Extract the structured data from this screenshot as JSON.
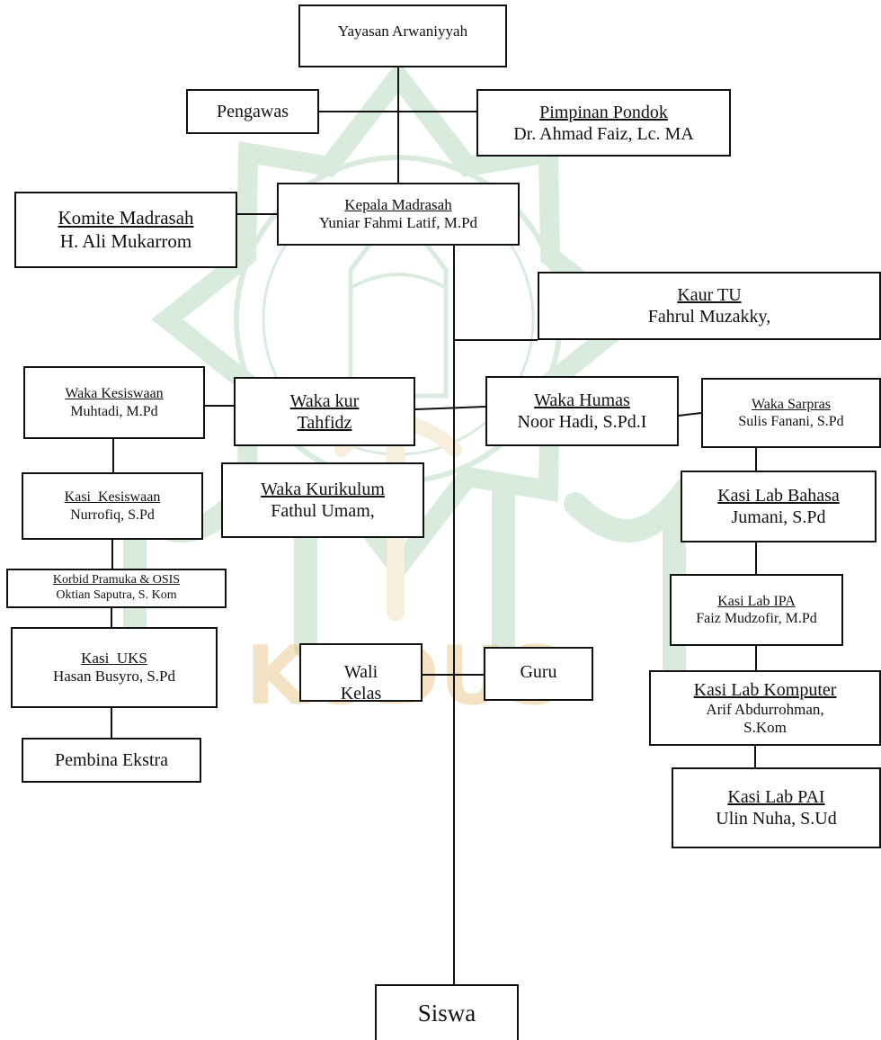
{
  "watermark": {
    "text": "KUDUS",
    "color_green": "#7fbf8f",
    "color_gold": "#e8c98a"
  },
  "line_color": "#111111",
  "boxes": {
    "yayasan": {
      "title": "Yayasan Arwaniyyah"
    },
    "pengawas": {
      "title": "Pengawas"
    },
    "pimpinan": {
      "title": "Pimpinan Pondok",
      "name": "Dr. Ahmad Faiz, Lc. MA"
    },
    "komite": {
      "title": "Komite Madrasah",
      "name": "H. Ali Mukarrom"
    },
    "kepala": {
      "title": "Kepala Madrasah",
      "name": "Yuniar Fahmi Latif, M.Pd"
    },
    "kaur_tu": {
      "title": "Kaur TU",
      "name": "Fahrul Muzakky,"
    },
    "waka_kesiswaan": {
      "title": "Waka Kesiswaan",
      "name": "Muhtadi, M.Pd"
    },
    "waka_kur_tahfidz": {
      "title_line1": "Waka kur",
      "title_line2": "Tahfidz"
    },
    "waka_humas": {
      "title": "Waka Humas",
      "name": "Noor Hadi, S.Pd.I"
    },
    "waka_sarpras": {
      "title": "Waka Sarpras",
      "name": "Sulis Fanani, S.Pd"
    },
    "waka_kurikulum": {
      "title": "Waka Kurikulum",
      "name": "Fathul Umam,"
    },
    "kasi_kesiswaan": {
      "title": "Kasi  Kesiswaan",
      "name": "Nurrofiq, S.Pd"
    },
    "kasi_lab_bahasa": {
      "title": "Kasi Lab Bahasa",
      "name": "Jumani, S.Pd"
    },
    "korbid": {
      "title": "Korbid Pramuka & OSIS",
      "name": "Oktian Saputra, S. Kom"
    },
    "kasi_lab_ipa": {
      "title": "Kasi Lab IPA",
      "name": "Faiz Mudzofir, M.Pd"
    },
    "kasi_uks": {
      "title": "Kasi  UKS",
      "name": "Hasan Busyro, S.Pd"
    },
    "wali_kelas": {
      "title": "Wali",
      "title_cut": "Kelas"
    },
    "guru": {
      "title": "Guru"
    },
    "kasi_lab_komputer": {
      "title": "Kasi Lab Komputer",
      "name": "Arif Abdurrohman,",
      "name_cut": "S.Kom"
    },
    "pembina_ekstra": {
      "title": "Pembina Ekstra"
    },
    "kasi_lab_pai": {
      "title": "Kasi Lab PAI",
      "name": "Ulin Nuha, S.Ud"
    },
    "siswa": {
      "title": "Siswa"
    }
  }
}
